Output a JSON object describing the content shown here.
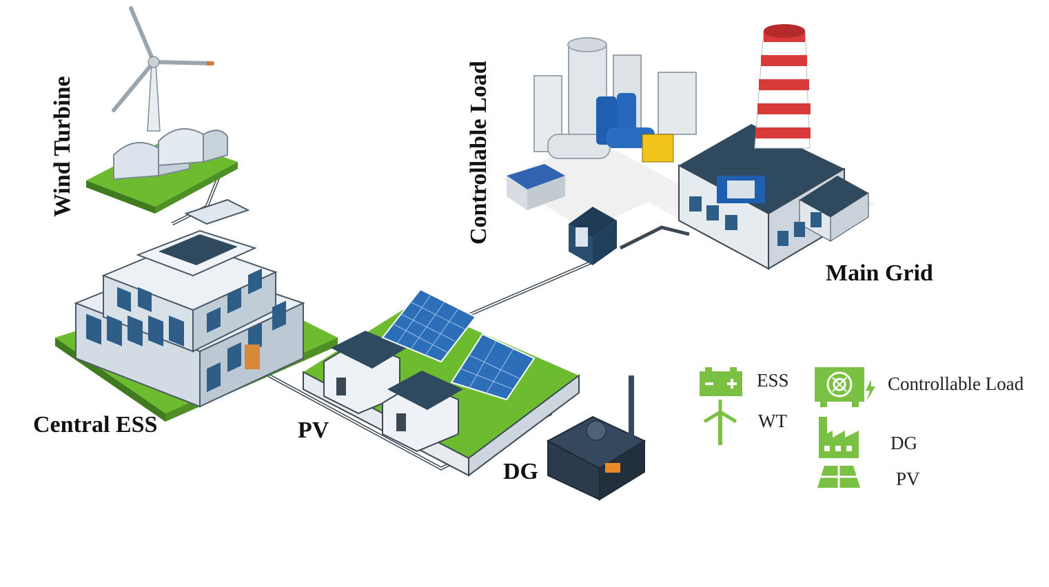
{
  "labels": {
    "wind_turbine": "Wind Turbine",
    "controllable_load": "Controllable Load",
    "main_grid": "Main Grid",
    "central_ess": "Central ESS",
    "pv": "PV",
    "dg": "DG"
  },
  "legend": {
    "items": [
      {
        "icon": "battery-icon",
        "label": "ESS"
      },
      {
        "icon": "wind-turbine-icon",
        "label": "WT"
      },
      {
        "icon": "machine-load-icon",
        "label": "Controllable Load"
      },
      {
        "icon": "factory-icon",
        "label": "DG"
      },
      {
        "icon": "solar-panel-icon",
        "label": "PV"
      }
    ],
    "color": "#7ac143"
  },
  "colors": {
    "grass": "#6dbb2f",
    "building": "#e9eef4",
    "window": "#2e5d87",
    "roof": "#2f4a5e",
    "solar": "#2c6fb8",
    "chimney_red": "#d83a3a",
    "cable": "#3b4752"
  }
}
